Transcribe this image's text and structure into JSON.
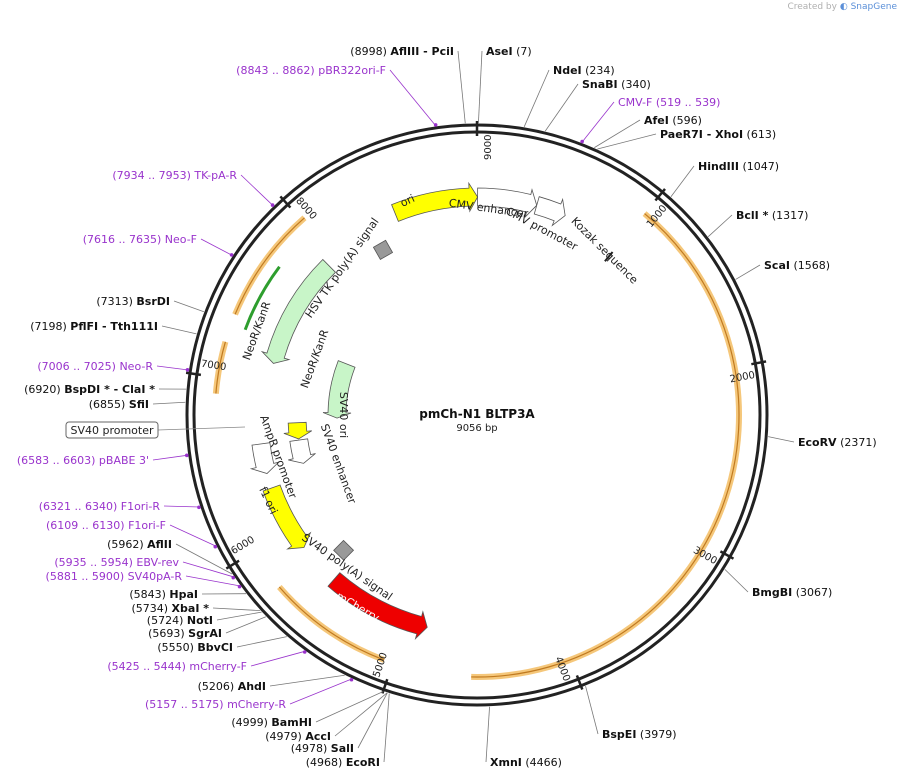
{
  "watermark": {
    "prefix": "Created by",
    "brand": "SnapGene"
  },
  "plasmid": {
    "name": "pmCh-N1 BLTP3A",
    "length_label": "9056 bp",
    "length": 9056
  },
  "colors": {
    "backbone": "#222222",
    "primer": "#9933cc",
    "orf_highlight": "#f5c77a",
    "orf_stroke": "#c07a20",
    "ori": "#ffff00",
    "promoter": "#ffffff",
    "neo": "#c8f5c8",
    "mcherry": "#ee0000",
    "polya": "#999999",
    "green_arrow": "#2e9e2e"
  },
  "ticks": [
    {
      "bp": 0,
      "label": "9000",
      "pos": 9000
    },
    {
      "bp": 1000,
      "label": "1000"
    },
    {
      "bp": 2000,
      "label": "2000"
    },
    {
      "bp": 3000,
      "label": "3000"
    },
    {
      "bp": 4000,
      "label": "4000"
    },
    {
      "bp": 5000,
      "label": "5000"
    },
    {
      "bp": 6000,
      "label": "6000"
    },
    {
      "bp": 7000,
      "label": "7000"
    },
    {
      "bp": 8000,
      "label": "8000"
    }
  ],
  "sites": [
    {
      "name": "AseI",
      "pos": "(7)",
      "bp": 7,
      "kind": "enzyme"
    },
    {
      "name": "NdeI",
      "pos": "(234)",
      "bp": 234,
      "kind": "enzyme"
    },
    {
      "name": "SnaBI",
      "pos": "(340)",
      "bp": 340,
      "kind": "enzyme"
    },
    {
      "name": "CMV-F",
      "pos": "(519 .. 539)",
      "bp": 529,
      "kind": "primer"
    },
    {
      "name": "AfeI",
      "pos": "(596)",
      "bp": 596,
      "kind": "enzyme"
    },
    {
      "name": "PaeR7I  - XhoI",
      "pos": "(613)",
      "bp": 613,
      "kind": "enzyme"
    },
    {
      "name": "HindIII",
      "pos": "(1047)",
      "bp": 1047,
      "kind": "enzyme"
    },
    {
      "name": "BclI *",
      "pos": "(1317)",
      "bp": 1317,
      "kind": "enzyme"
    },
    {
      "name": "ScaI",
      "pos": "(1568)",
      "bp": 1568,
      "kind": "enzyme"
    },
    {
      "name": "EcoRV",
      "pos": "(2371)",
      "bp": 2371,
      "kind": "enzyme"
    },
    {
      "name": "BmgBI",
      "pos": "(3067)",
      "bp": 3067,
      "kind": "enzyme"
    },
    {
      "name": "BspEI",
      "pos": "(3979)",
      "bp": 3979,
      "kind": "enzyme"
    },
    {
      "name": "XmnI",
      "pos": "(4466)",
      "bp": 4466,
      "kind": "enzyme"
    },
    {
      "name": "EcoRI",
      "pos": "(4968)",
      "bp": 4968,
      "kind": "enzyme"
    },
    {
      "name": "SalI",
      "pos": "(4978)",
      "bp": 4978,
      "kind": "enzyme"
    },
    {
      "name": "AccI",
      "pos": "(4979)",
      "bp": 4979,
      "kind": "enzyme"
    },
    {
      "name": "BamHI",
      "pos": "(4999)",
      "bp": 4999,
      "kind": "enzyme"
    },
    {
      "name": "mCherry-R",
      "pos": "(5157 .. 5175)",
      "bp": 5166,
      "kind": "primer"
    },
    {
      "name": "AhdI",
      "pos": "(5206)",
      "bp": 5206,
      "kind": "enzyme"
    },
    {
      "name": "mCherry-F",
      "pos": "(5425 .. 5444)",
      "bp": 5434,
      "kind": "primer"
    },
    {
      "name": "BbvCI",
      "pos": "(5550)",
      "bp": 5550,
      "kind": "enzyme"
    },
    {
      "name": "SgrAI",
      "pos": "(5693)",
      "bp": 5693,
      "kind": "enzyme"
    },
    {
      "name": "NotI",
      "pos": "(5724)",
      "bp": 5724,
      "kind": "enzyme"
    },
    {
      "name": "XbaI *",
      "pos": "(5734)",
      "bp": 5734,
      "kind": "enzyme"
    },
    {
      "name": "HpaI",
      "pos": "(5843)",
      "bp": 5843,
      "kind": "enzyme"
    },
    {
      "name": "SV40pA-R",
      "pos": "(5881 .. 5900)",
      "bp": 5890,
      "kind": "primer"
    },
    {
      "name": "EBV-rev",
      "pos": "(5935 .. 5954)",
      "bp": 5944,
      "kind": "primer"
    },
    {
      "name": "AflII",
      "pos": "(5962)",
      "bp": 5962,
      "kind": "enzyme"
    },
    {
      "name": "F1ori-F",
      "pos": "(6109 .. 6130)",
      "bp": 6120,
      "kind": "primer"
    },
    {
      "name": "F1ori-R",
      "pos": "(6321 .. 6340)",
      "bp": 6330,
      "kind": "primer"
    },
    {
      "name": "pBABE 3'",
      "pos": "(6583 .. 6603)",
      "bp": 6593,
      "kind": "primer"
    },
    {
      "name": "SfiI",
      "pos": "(6855)",
      "bp": 6855,
      "kind": "enzyme"
    },
    {
      "name": "BspDI *  - ClaI *",
      "pos": "(6920)",
      "bp": 6920,
      "kind": "enzyme"
    },
    {
      "name": "Neo-R",
      "pos": "(7006 .. 7025)",
      "bp": 7015,
      "kind": "primer"
    },
    {
      "name": "PflFI  - Tth111I",
      "pos": "(7198)",
      "bp": 7198,
      "kind": "enzyme"
    },
    {
      "name": "BsrDI",
      "pos": "(7313)",
      "bp": 7313,
      "kind": "enzyme"
    },
    {
      "name": "Neo-F",
      "pos": "(7616 .. 7635)",
      "bp": 7625,
      "kind": "primer"
    },
    {
      "name": "TK-pA-R",
      "pos": "(7934 .. 7953)",
      "bp": 7943,
      "kind": "primer"
    },
    {
      "name": "pBR322ori-F",
      "pos": "(8843 .. 8862)",
      "bp": 8852,
      "kind": "primer"
    },
    {
      "name": "AflIII  - PciI",
      "pos": "(8998)",
      "bp": 8998,
      "kind": "enzyme"
    }
  ],
  "boxed_label": "SV40 promoter",
  "features": [
    {
      "label": "ori",
      "start": 8500,
      "end": 9060,
      "type": "ori"
    },
    {
      "label": "CMV enhancer",
      "start": 9060,
      "end": 400,
      "type": "promoter"
    },
    {
      "label": "CMV promoter",
      "start": 400,
      "end": 600,
      "type": "promoter"
    },
    {
      "label": "Kozak sequence",
      "bp": 1000,
      "type": "mark"
    },
    {
      "label": "HSV TK poly(A) signal",
      "bp": 8310,
      "type": "polya"
    },
    {
      "label": "NeoR/KanR",
      "start": 7930,
      "end": 7150,
      "type": "neo"
    },
    {
      "label": "NeoR/KanR",
      "start": 7330,
      "end": 6760,
      "type": "neo"
    },
    {
      "label": "SV40 ori",
      "start": 6730,
      "end": 6600,
      "type": "ori"
    },
    {
      "label": "SV40 enhancer",
      "start": 6590,
      "end": 6400,
      "type": "promoter"
    },
    {
      "label": "AmpR promoter",
      "start": 6600,
      "end": 6400,
      "type": "promoter"
    },
    {
      "label": "f1 ori",
      "start": 6300,
      "end": 5850,
      "type": "ori"
    },
    {
      "label": "SV40 poly(A) signal",
      "bp": 5650,
      "type": "polya"
    },
    {
      "label": "mCherry",
      "start": 5560,
      "end": 4860,
      "type": "mcherry"
    }
  ]
}
